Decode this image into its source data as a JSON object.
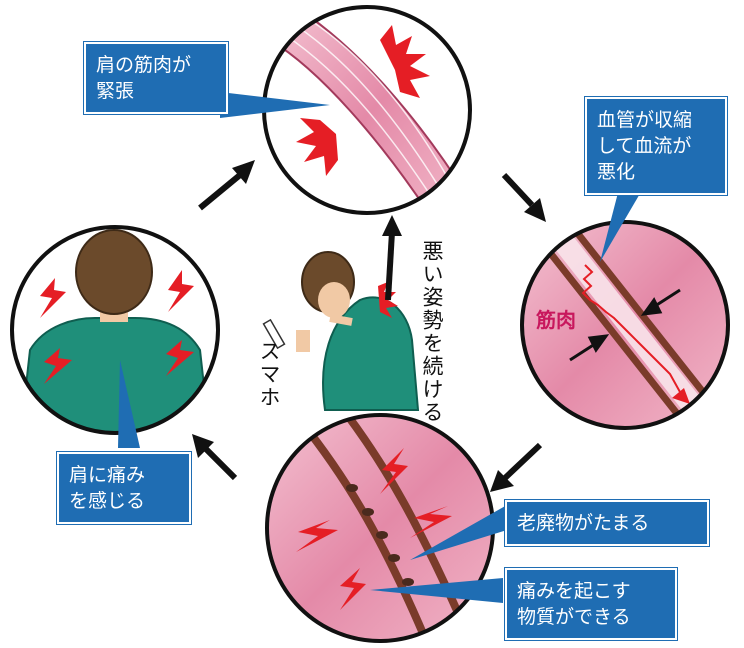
{
  "callouts": {
    "shoulder_tension": "肩の筋肉が\n緊張",
    "vessel_constrict": "血管が収縮\nして血流が\n悪化",
    "shoulder_pain": "肩に痛み\nを感じる",
    "waste": "老廃物がたまる",
    "pain_substance": "痛みを起こす\n物質ができる"
  },
  "center": {
    "posture_text": "悪い姿勢を続ける",
    "phone_text": "スマホ"
  },
  "labels": {
    "muscle": "筋肉"
  },
  "colors": {
    "callout_blue": "#1f6db3",
    "muscle_pink": "#e89ab2",
    "vessel_brown": "#7a3b2a",
    "alert_red": "#e51e25",
    "shirt_green": "#1f8f7a",
    "hair_brown": "#6b4a2b"
  },
  "icons": [
    "cycle-arrow-icon",
    "tension-spark-icon",
    "pain-bolt-icon",
    "pressure-arrow-icon"
  ]
}
